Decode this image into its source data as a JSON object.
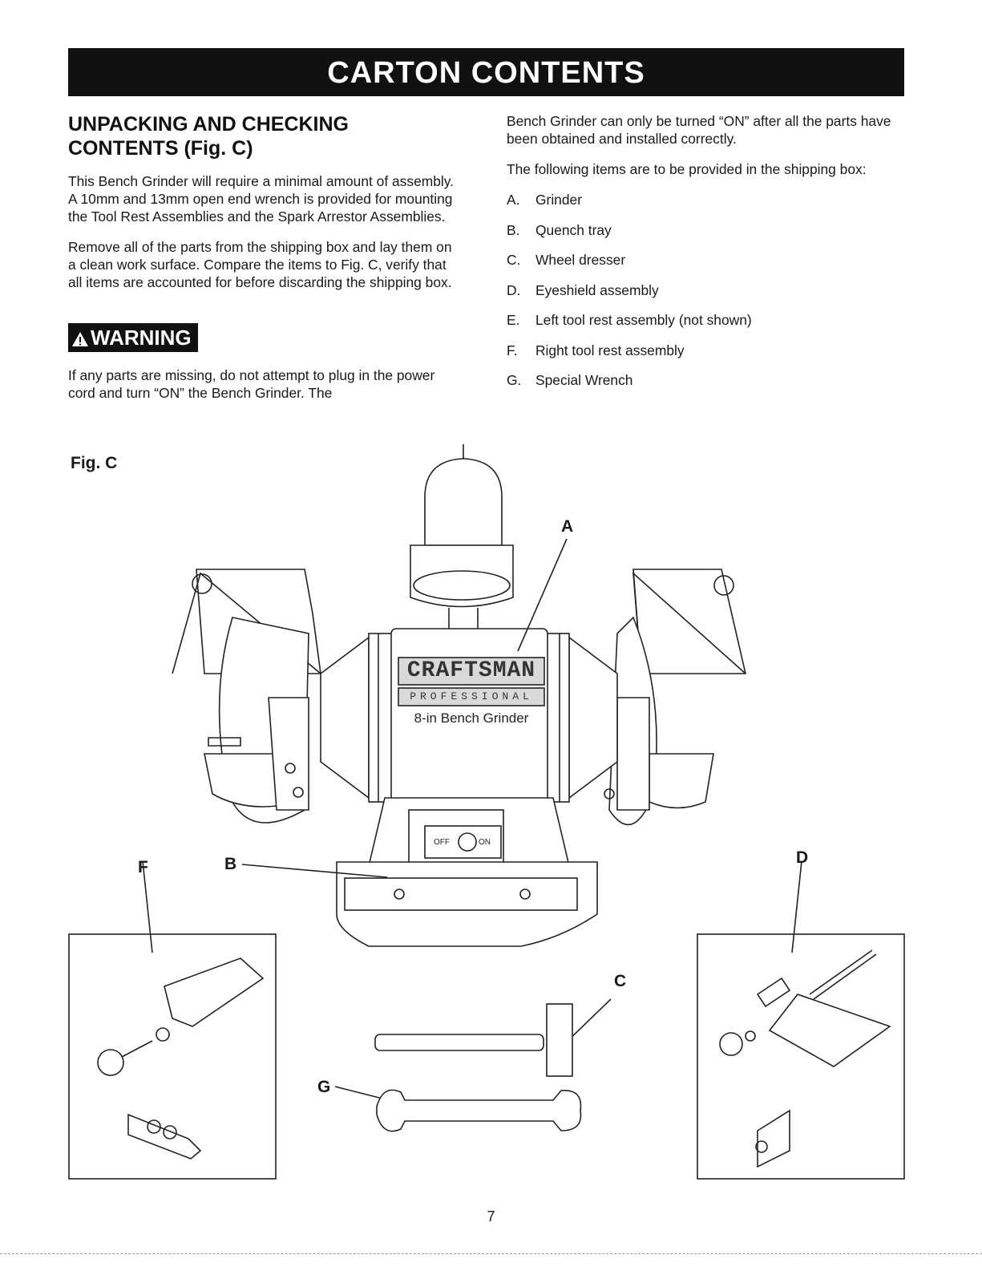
{
  "banner": {
    "title": "CARTON CONTENTS"
  },
  "left": {
    "heading_line1": "UNPACKING AND CHECKING",
    "heading_line2": "CONTENTS (Fig. C)",
    "para1": "This Bench Grinder will require a minimal amount of assembly. A 10mm and 13mm open end wrench is provided for mounting the Tool Rest Assemblies and the Spark Arrestor Assemblies.",
    "para2": "Remove all of the parts from the shipping box and lay them on a clean work surface. Compare the items to Fig. C, verify that all items are accounted for before discarding the shipping box.",
    "warning_label": "WARNING",
    "para3": "If any parts are missing, do not attempt to plug in the power cord and turn “ON” the Bench Grinder. The"
  },
  "right": {
    "para1": "Bench Grinder can only be turned “ON” after all the parts have been obtained and installed correctly.",
    "para2": "The following items are to be provided in the shipping box:",
    "parts": [
      {
        "key": "A.",
        "text": "Grinder"
      },
      {
        "key": "B.",
        "text": "Quench tray"
      },
      {
        "key": "C.",
        "text": "Wheel dresser"
      },
      {
        "key": "D.",
        "text": "Eyeshield assembly"
      },
      {
        "key": "E.",
        "text": "Left tool rest assembly (not shown)"
      },
      {
        "key": "F.",
        "text": "Right tool rest assembly"
      },
      {
        "key": "G.",
        "text": "Special Wrench"
      }
    ]
  },
  "figure": {
    "label": "Fig. C",
    "brand": "CRAFTSMAN",
    "sub_brand": "PROFESSIONAL",
    "product": "8-in Bench Grinder",
    "switch_off": "OFF",
    "switch_on": "ON",
    "callouts": {
      "a": "A",
      "b": "B",
      "c": "C",
      "d": "D",
      "f": "F",
      "g": "G"
    }
  },
  "page_number": "7"
}
